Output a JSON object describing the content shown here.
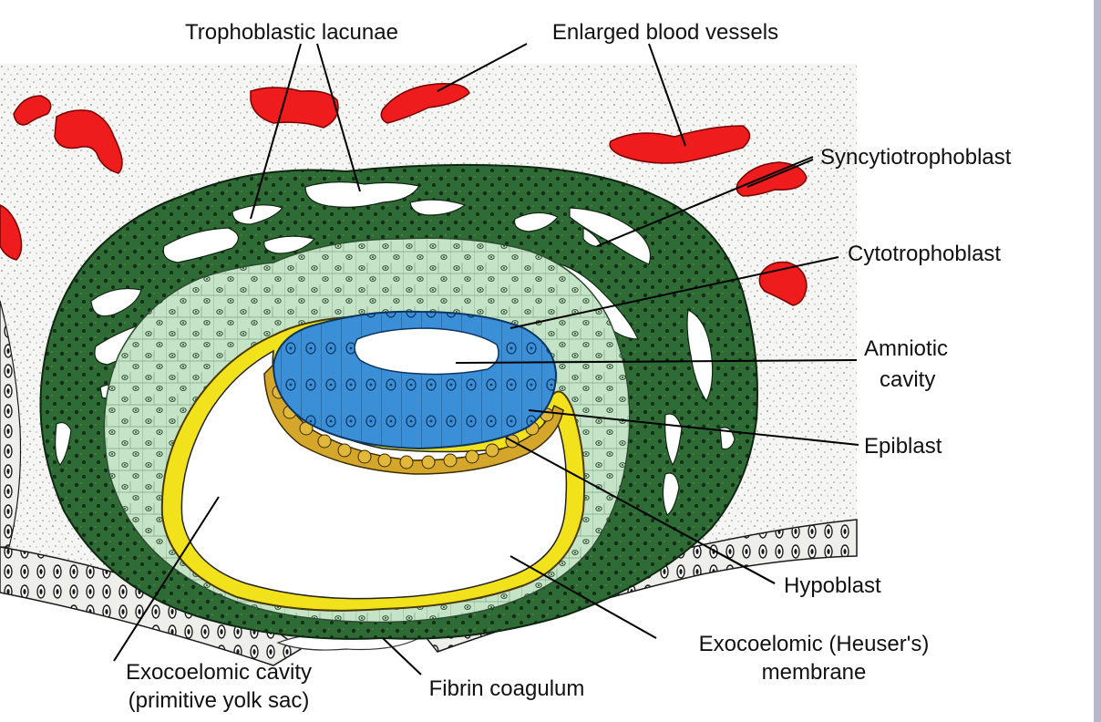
{
  "labels": {
    "trophoblastic_lacunae": "Trophoblastic lacunae",
    "enlarged_blood_vessels": "Enlarged blood vessels",
    "syncytiotrophoblast": "Syncytiotrophoblast",
    "cytotrophoblast": "Cytotrophoblast",
    "amniotic_cavity_line1": "Amniotic",
    "amniotic_cavity_line2": "cavity",
    "epiblast": "Epiblast",
    "hypoblast": "Hypoblast",
    "heusers_membrane_line1": "Exocoelomic (Heuser's)",
    "heusers_membrane_line2": "membrane",
    "exocoelomic_cavity_line1": "Exocoelomic cavity",
    "exocoelomic_cavity_line2": "(primitive yolk sac)",
    "fibrin_coagulum": "Fibrin coagulum"
  },
  "colors": {
    "background": "#ffffff",
    "stroma": "#f4f4f2",
    "syncytiotrophoblast": "#2f6b35",
    "cytotrophoblast": "#bfe0c4",
    "epiblast": "#3a8fd6",
    "hypoblast": "#d4a72a",
    "heusers_membrane": "#f2e21c",
    "blood_vessels": "#ee1c1c",
    "lacunae": "#ffffff",
    "frame": "#b8b8c8"
  }
}
